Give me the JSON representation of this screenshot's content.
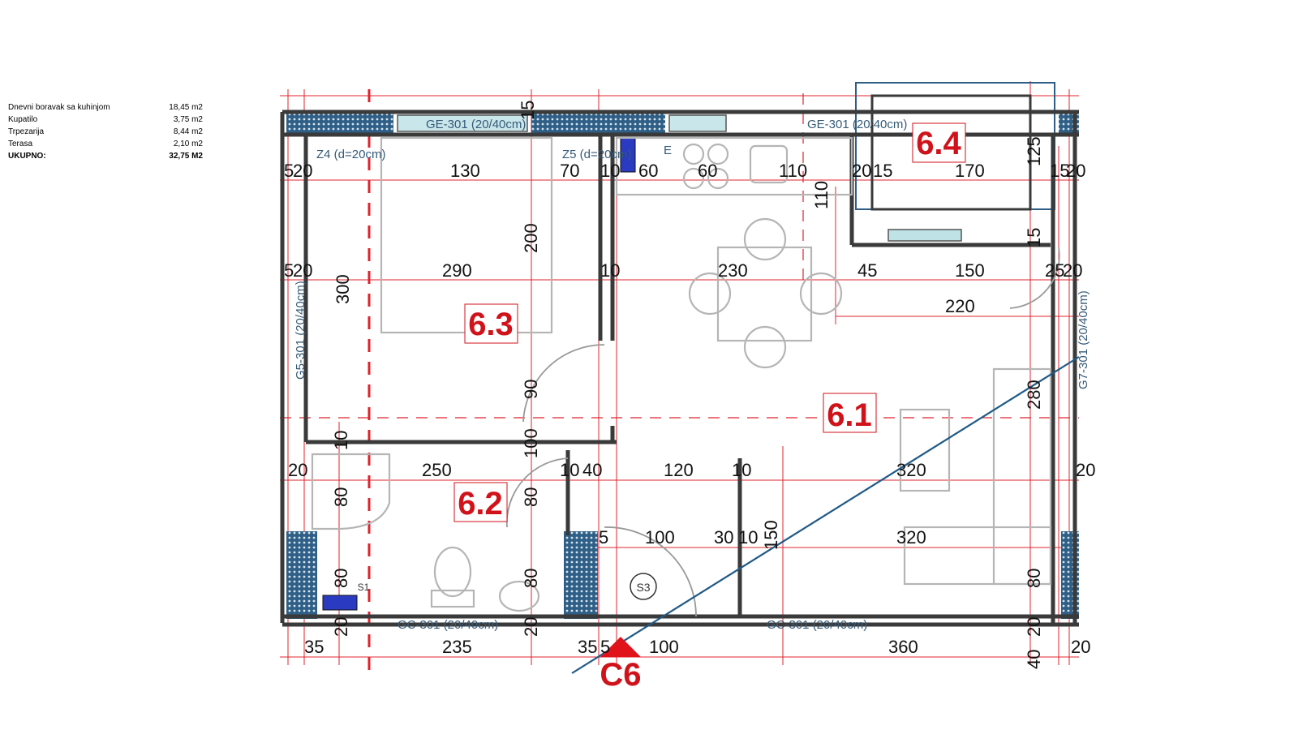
{
  "legend": {
    "rows": [
      {
        "name": "Dnevni boravak sa kuhinjom",
        "area": "18,45 m2"
      },
      {
        "name": "Kupatilo",
        "area": "3,75 m2"
      },
      {
        "name": "Trpezarija",
        "area": "8,44 m2"
      },
      {
        "name": "Terasa",
        "area": "2,10 m2"
      }
    ],
    "total": {
      "name": "UKUPNO:",
      "area": "32,75 M2"
    }
  },
  "rooms": {
    "living": "6.1",
    "bathroom": "6.2",
    "bedroom": "6.3",
    "terrace": "6.4",
    "section": "C6"
  },
  "walls": {
    "top": "GE-301 (20/40cm)",
    "top_left": "GE-301 (20/40cm)",
    "left": "G5-301 (20/40cm)",
    "right": "G7-301 (20/40cm)",
    "bottom_left": "GC-301 (20/40cm)",
    "bottom_right": "GC-301 (20/40cm)"
  },
  "zones": {
    "z4": "Z4 (d=20cm)",
    "z5": "Z5 (d=20cm)"
  },
  "symbols": {
    "s3": "S3",
    "s1": "S1",
    "e": "E"
  },
  "dims": {
    "r1": [
      "5",
      "20",
      "130",
      "70",
      "10",
      "60",
      "60",
      "110",
      "20",
      "15",
      "170",
      "15",
      "20"
    ],
    "r2": [
      "5",
      "20",
      "290",
      "10",
      "230",
      "45",
      "150",
      "25",
      "20"
    ],
    "r2b": "220",
    "r3": [
      "20",
      "250",
      "10",
      "40",
      "120",
      "10",
      "320",
      "20"
    ],
    "r4": [
      "5",
      "100",
      "30",
      "10",
      "320"
    ],
    "r5": [
      "35",
      "235",
      "35",
      "5",
      "100",
      "360",
      "20"
    ],
    "v_top": "15",
    "v_bed": "300",
    "v_bed2": "200",
    "v_door": "90",
    "v_100": "100",
    "v_10": "10",
    "v_shower": "80",
    "v_80b": "80",
    "v_wc": "80",
    "v_basin": "80",
    "v_20a": "20",
    "v_20b": "20",
    "v_kit": "110",
    "v_150": "150",
    "v_125": "125",
    "v_15": "15",
    "v_280": "280",
    "v_80r": "80",
    "v_20r": "20",
    "v_40r": "40"
  }
}
